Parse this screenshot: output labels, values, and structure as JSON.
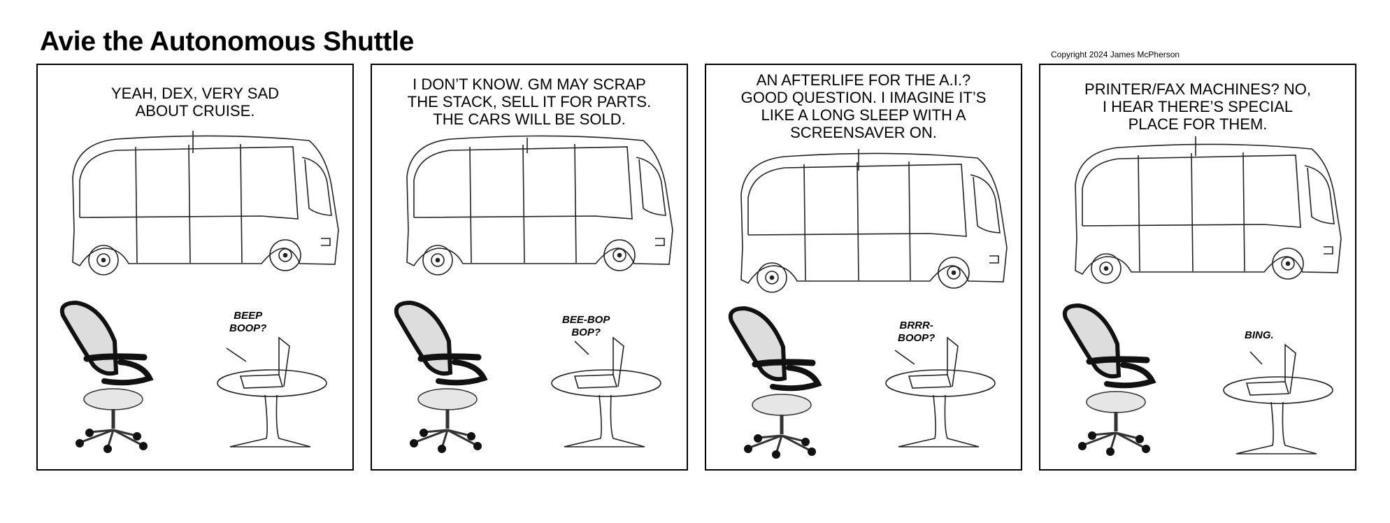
{
  "comic": {
    "title": "Avie the Autonomous Shuttle",
    "copyright": "Copyright 2024 James McPherson",
    "panels": [
      {
        "dialogue": "YEAH, DEX, VERY SAD\nABOUT CRUISE.",
        "sfx": "BEEP\nBOOP?"
      },
      {
        "dialogue": "I DON’T KNOW. GM MAY SCRAP\nTHE STACK, SELL IT FOR PARTS.\nTHE CARS WILL BE SOLD.",
        "sfx": "BEE-BOP\nBOP?"
      },
      {
        "dialogue": "AN AFTERLIFE FOR THE A.I.?\nGOOD QUESTION. I IMAGINE IT’S\nLIKE A LONG SLEEP WITH A\nSCREENSAVER ON.",
        "sfx": "BRRR-\nBOOP?"
      },
      {
        "dialogue": "PRINTER/FAX MACHINES? NO,\nI HEAR THERE’S SPECIAL\nPLACE FOR THEM.",
        "sfx": "BING."
      }
    ]
  }
}
